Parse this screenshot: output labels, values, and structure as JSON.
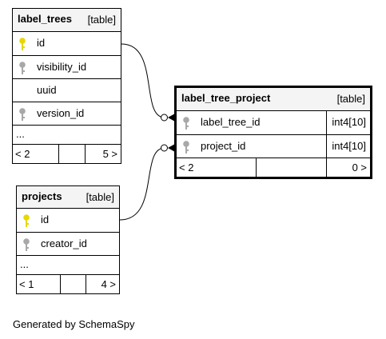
{
  "colors": {
    "primary_key": "#e6d800",
    "foreign_key": "#a8a8a8",
    "header_bg": "#f4f4f4"
  },
  "label_trees": {
    "name": "label_trees",
    "kind": "[table]",
    "columns": [
      {
        "name": "id",
        "icon": "primary-key-icon"
      },
      {
        "name": "visibility_id",
        "icon": "foreign-key-icon"
      },
      {
        "name": "uuid",
        "icon": ""
      },
      {
        "name": "version_id",
        "icon": "foreign-key-icon"
      }
    ],
    "more": "...",
    "parents": "< 2",
    "children": "5 >"
  },
  "label_tree_project": {
    "name": "label_tree_project",
    "kind": "[table]",
    "columns": [
      {
        "name": "label_tree_id",
        "type": "int4[10]",
        "icon": "foreign-key-icon"
      },
      {
        "name": "project_id",
        "type": "int4[10]",
        "icon": "foreign-key-icon"
      }
    ],
    "parents": "< 2",
    "children": "0 >"
  },
  "projects": {
    "name": "projects",
    "kind": "[table]",
    "columns": [
      {
        "name": "id",
        "icon": "primary-key-icon"
      },
      {
        "name": "creator_id",
        "icon": "foreign-key-icon"
      }
    ],
    "more": "...",
    "parents": "< 1",
    "children": "4 >"
  },
  "caption": "Generated by SchemaSpy"
}
